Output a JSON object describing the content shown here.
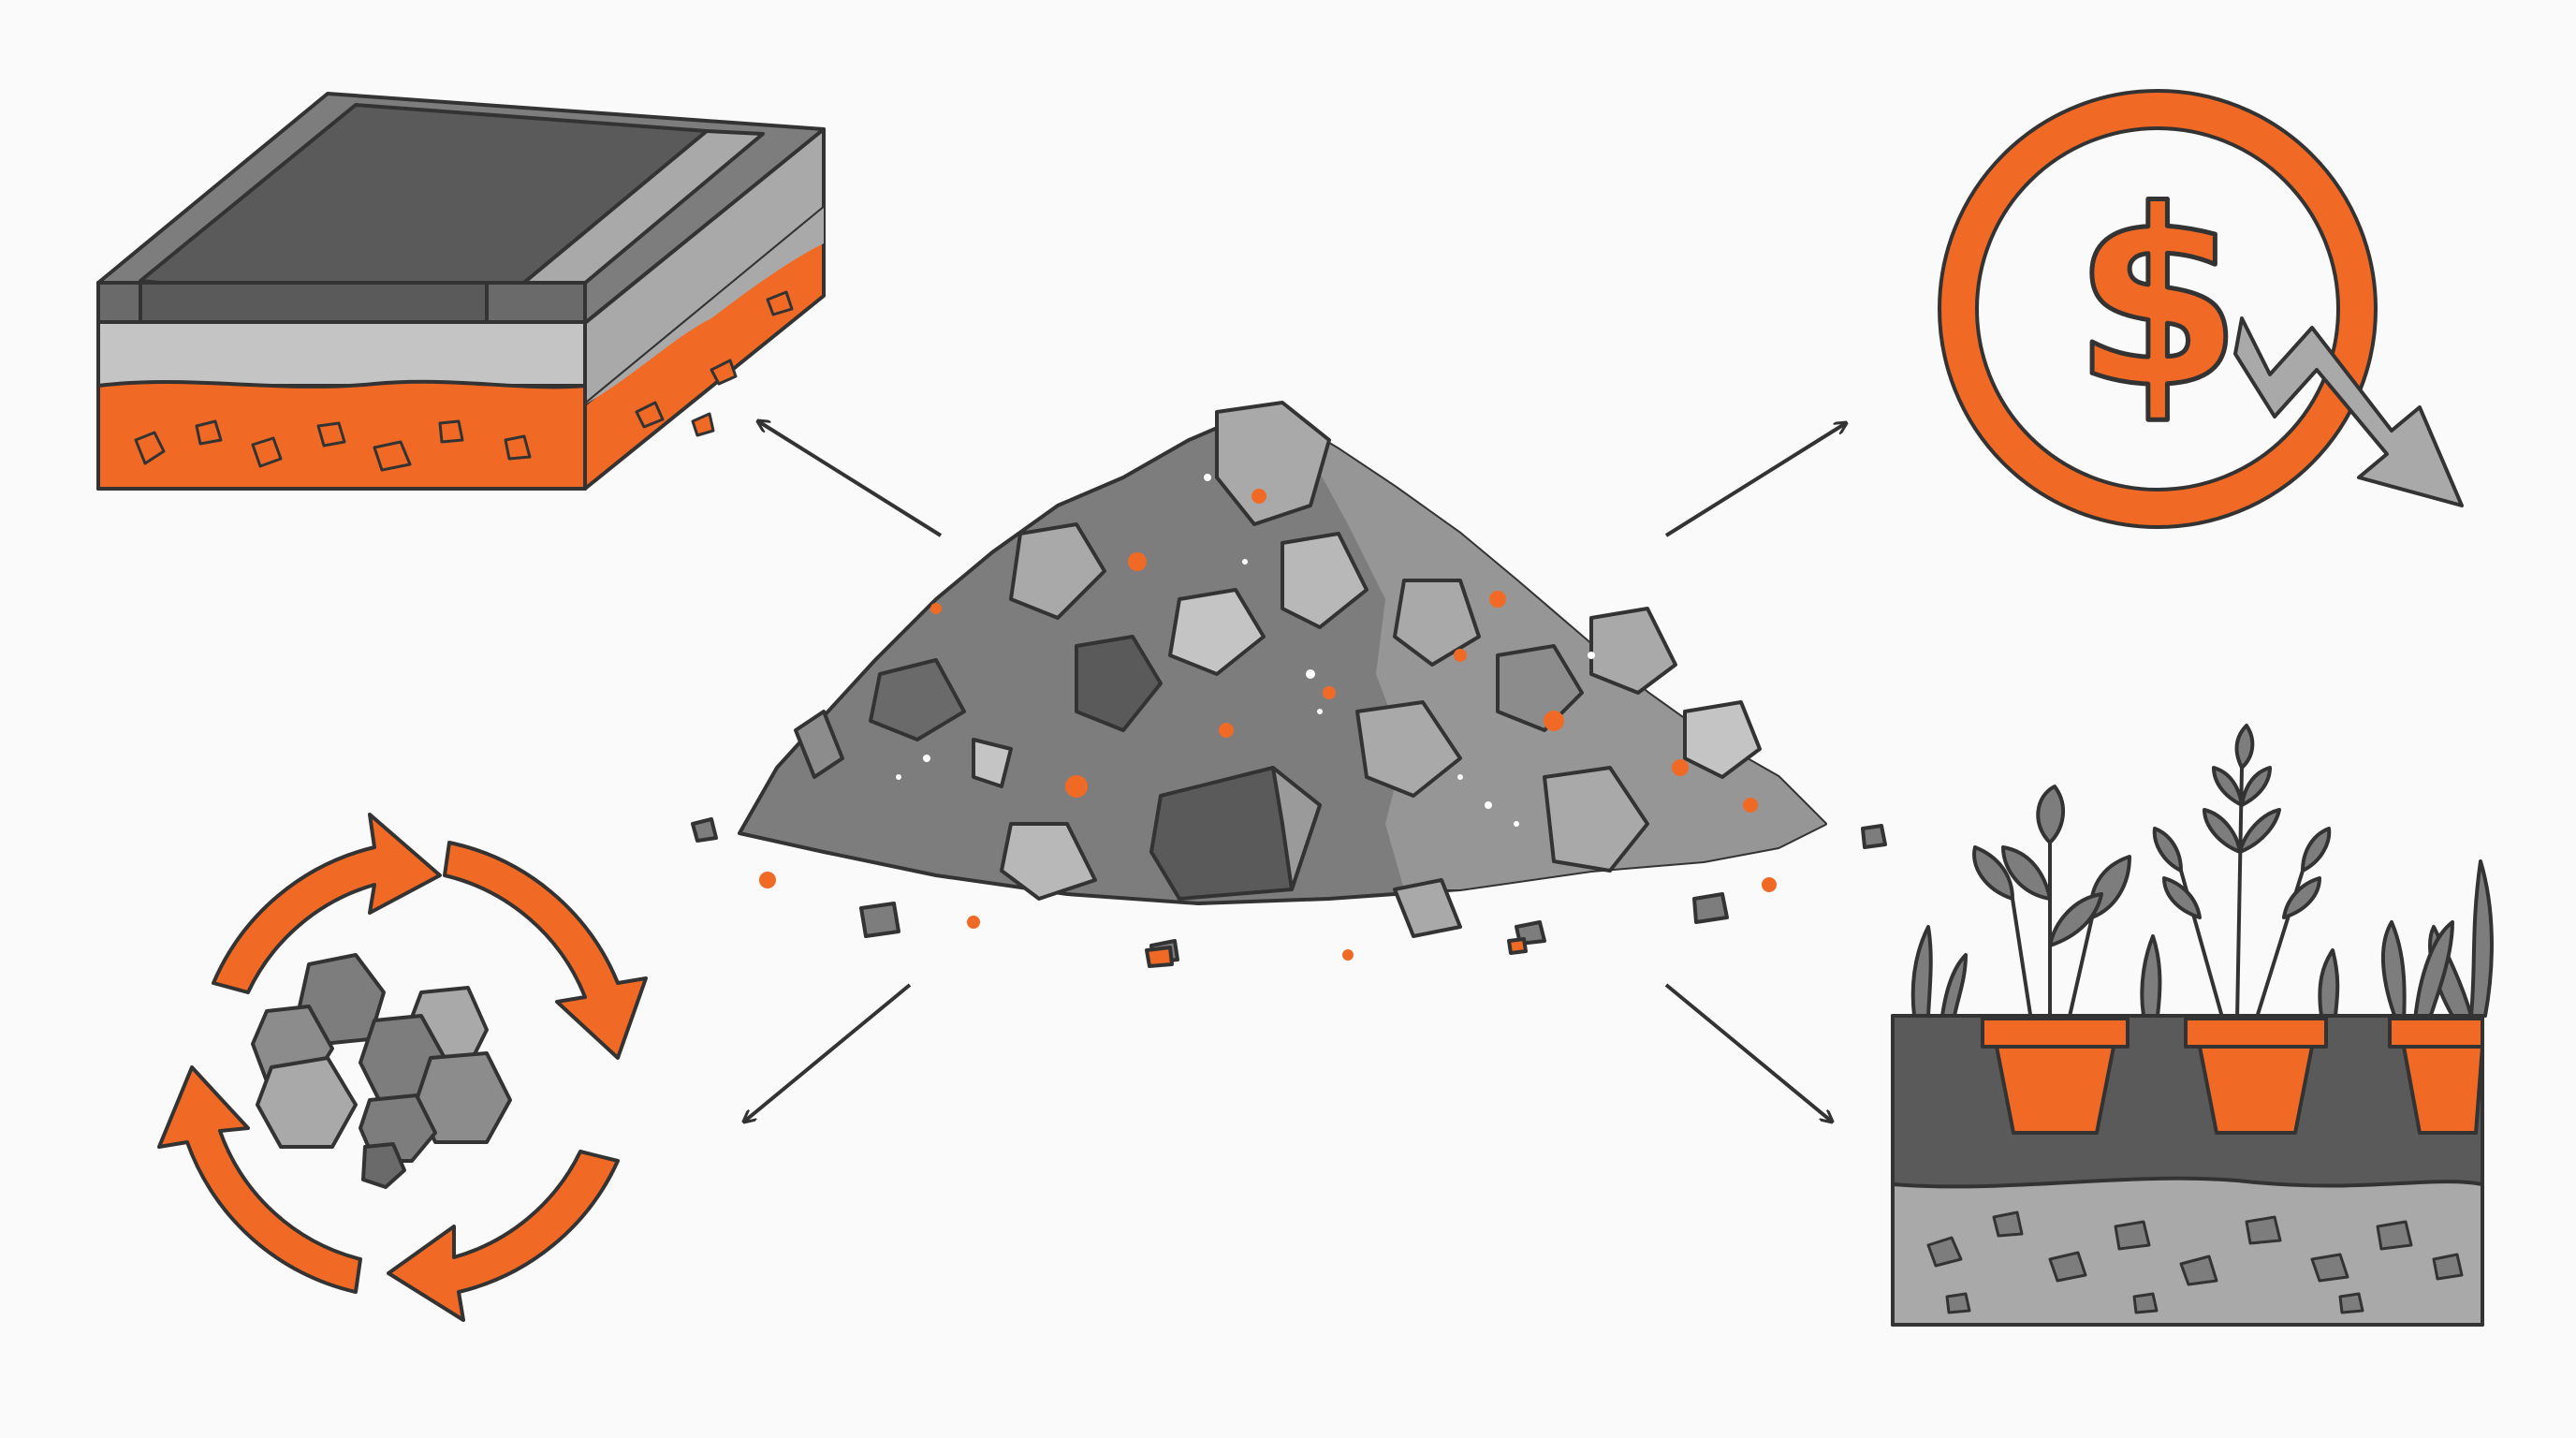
{
  "colors": {
    "background": "#fafafa",
    "outline": "#333333",
    "dark_gray": "#5a5a5a",
    "mid_gray": "#7d7d7d",
    "light_gray": "#a9a9a9",
    "pale_gray": "#c4c4c4",
    "accent_orange": "#f06a25"
  },
  "diagram": {
    "center": {
      "icon": "crushed-concrete-pile-icon"
    },
    "uses": [
      {
        "icon": "layered-pavement-base-icon",
        "position": "top-left"
      },
      {
        "icon": "dollar-cost-decrease-icon",
        "position": "top-right"
      },
      {
        "icon": "recycle-aggregate-icon",
        "position": "bottom-left"
      },
      {
        "icon": "planter-drainage-bed-icon",
        "position": "bottom-right"
      }
    ],
    "arrow_count": 4
  }
}
